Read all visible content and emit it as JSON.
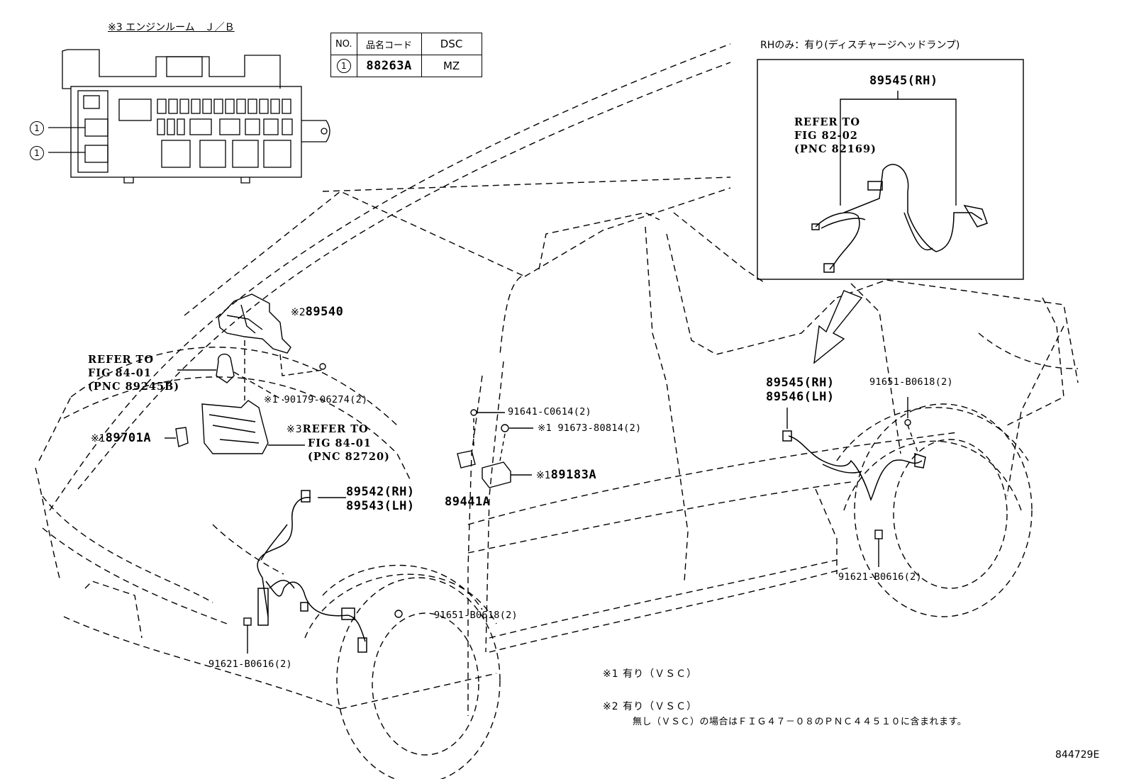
{
  "jb_title": "※3 エンジンルーム　Ｊ／Ｂ",
  "jb_markers": [
    "1",
    "1"
  ],
  "code_table": {
    "headers": [
      "NO.",
      "品名コード",
      "DSC"
    ],
    "row": {
      "no": "1",
      "code": "88263A",
      "dsc": "MZ"
    }
  },
  "rh_only": {
    "caption": "RHのみ：有り(ディスチャージヘッドランプ)",
    "part": "89545(RH)",
    "ref": [
      "REFER TO",
      "FIG 82-02",
      "(PNC 82169)"
    ]
  },
  "parts": {
    "p89540": {
      "mark": "※2",
      "num": "89540"
    },
    "ref_89245b": [
      "REFER TO",
      "FIG 84-01",
      "(PNC 89245B)"
    ],
    "p90179": "※1 90179-06274(2)",
    "p89701a": {
      "mark": "※1",
      "num": "89701A"
    },
    "ref_82720": {
      "mark": "※3",
      "lines": [
        "REFER TO",
        "FIG 84-01",
        "(PNC 82720)"
      ]
    },
    "p89542": [
      "89542(RH)",
      "89543(LH)"
    ],
    "p91641": "91641-C0614(2)",
    "p91673": "※1 91673-80814(2)",
    "p89183a": {
      "mark": "※1",
      "num": "89183A"
    },
    "p89441a": "89441A",
    "p89545": [
      "89545(RH)",
      "89546(LH)"
    ],
    "p91651_r": "91651-B0618(2)",
    "p91621_r": "91621-B0616(2)",
    "p91651_f": "91651-B0618(2)",
    "p91621_f": "91621-B0616(2)"
  },
  "notes": {
    "n1": "※1 有り（ＶＳＣ）",
    "n2": "※2 有り（ＶＳＣ）",
    "n2b": "無し（ＶＳＣ）の場合はＦＩＧ４７－０８のＰＮＣ４４５１０に含まれます。"
  },
  "figure_id": "844729E"
}
